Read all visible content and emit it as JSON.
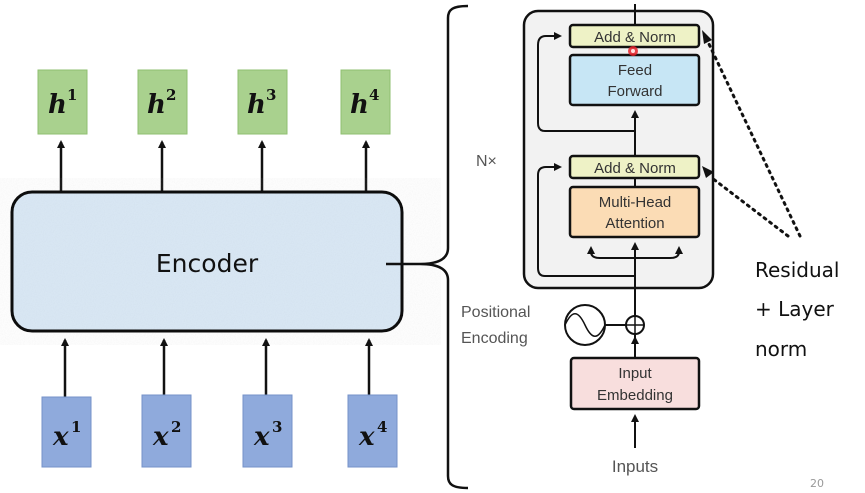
{
  "left": {
    "encoder_label": "Encoder",
    "outputs": [
      {
        "var": "h",
        "sup": "1"
      },
      {
        "var": "h",
        "sup": "2"
      },
      {
        "var": "h",
        "sup": "3"
      },
      {
        "var": "h",
        "sup": "4"
      }
    ],
    "inputs": [
      {
        "var": "x",
        "sup": "1"
      },
      {
        "var": "x",
        "sup": "2"
      },
      {
        "var": "x",
        "sup": "3"
      },
      {
        "var": "x",
        "sup": "4"
      }
    ]
  },
  "transformer": {
    "repeat_label": "N×",
    "add_norm_top": "Add & Norm",
    "feed_forward": [
      "Feed",
      "Forward"
    ],
    "add_norm_bottom": "Add & Norm",
    "attention": [
      "Multi-Head",
      "Attention"
    ],
    "positional_encoding": [
      "Positional",
      "Encoding"
    ],
    "input_embedding": [
      "Input",
      "Embedding"
    ],
    "inputs_label": "Inputs"
  },
  "annotation": {
    "lines": [
      "Residual",
      "+ Layer",
      "norm"
    ]
  },
  "page_number": "20",
  "colors": {
    "output_box": "#a9d18e",
    "input_box": "#8faadc",
    "encoder_fill": "#dae8f5",
    "add_norm": "#eef2c6",
    "feed_forward": "#c7e6f5",
    "attention": "#fbdcb5",
    "embedding": "#f8dedd",
    "block_bg": "#f2f2f2",
    "cursor_dot": "#e8222a"
  }
}
